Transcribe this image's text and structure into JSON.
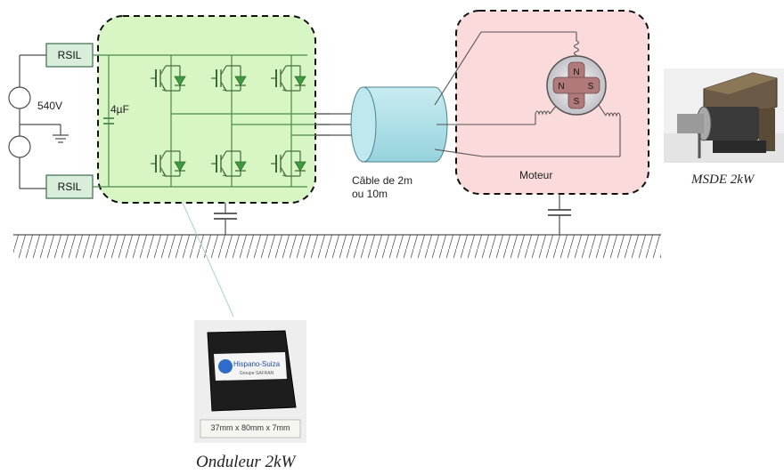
{
  "rsil_top": "RSIL",
  "rsil_bottom": "RSIL",
  "voltage": "540V",
  "capacitor": "4µF",
  "cable": [
    "Câble de 2m",
    "ou 10m"
  ],
  "motor_label": "Moteur",
  "rotor_poles": [
    "N",
    "S",
    "N",
    "S"
  ],
  "msde_caption": "MSDE 2kW",
  "inverter_caption": "Onduleur 2kW",
  "module_brand": "Hispano-Suiza",
  "module_brand_sub": "Groupe SAFRAN",
  "module_dims": "37mm x 80mm x 7mm",
  "colors": {
    "inverter_fill": "#d8f5c4",
    "motor_fill": "#fadada",
    "rsil_fill": "#d9eeda",
    "cable_fill": "#a9dde6",
    "wire": "#555555",
    "inverter_wire": "#4a8a4a"
  }
}
